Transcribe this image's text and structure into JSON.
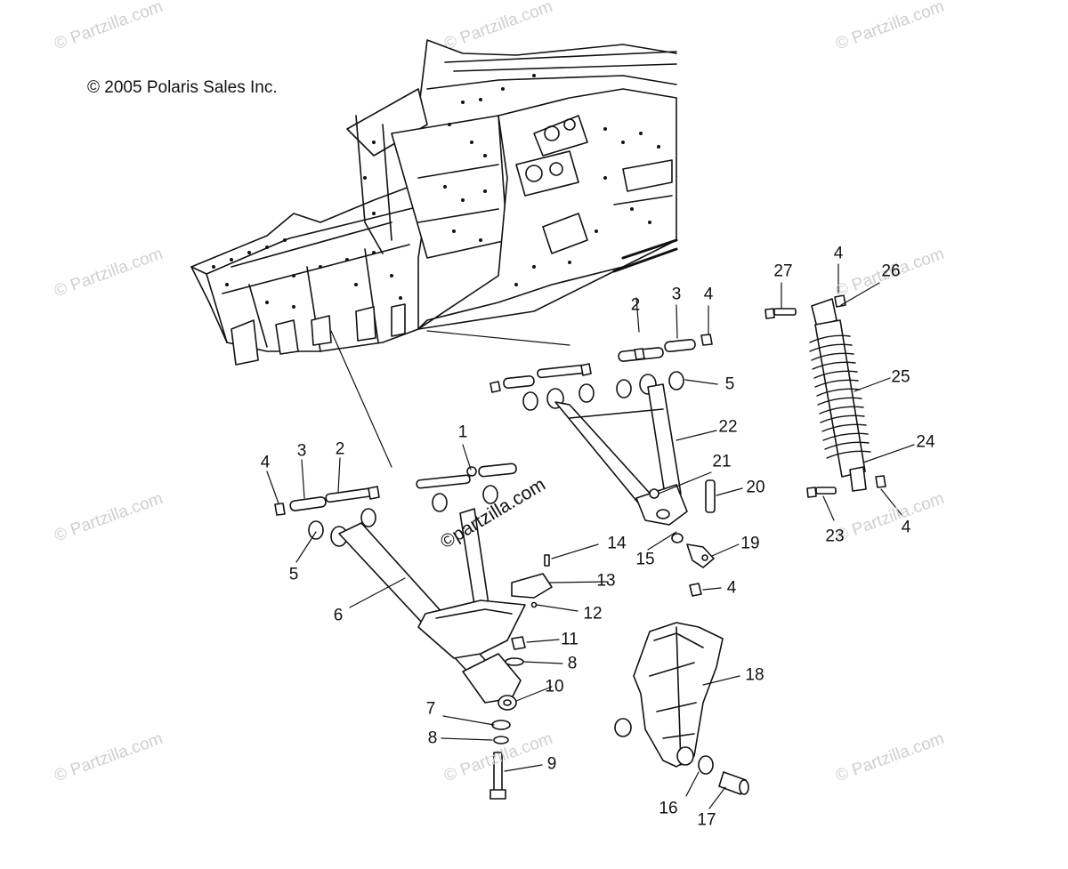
{
  "copyright": "© 2005 Polaris Sales Inc.",
  "watermark": "© Partzilla.com",
  "watermark_center": "©partzilla.com",
  "callouts": [
    "1",
    "2",
    "3",
    "4",
    "5",
    "6",
    "7",
    "8",
    "9",
    "10",
    "11",
    "12",
    "13",
    "14",
    "15",
    "16",
    "17",
    "18",
    "19",
    "20",
    "21",
    "22",
    "23",
    "24",
    "25",
    "26",
    "27"
  ]
}
